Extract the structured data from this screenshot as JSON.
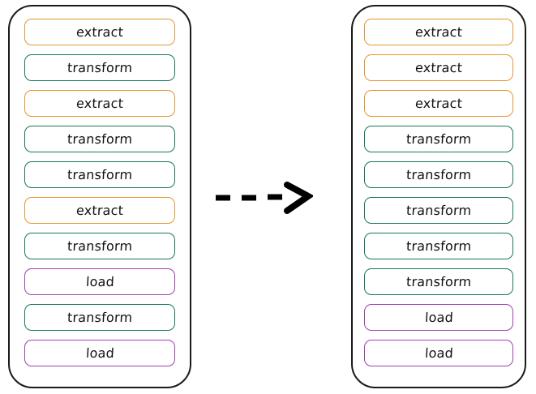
{
  "diagram": {
    "title": "Task scheduling reorder diagram",
    "type": "flow-transform",
    "colors": {
      "extract": "#E8952F",
      "transform": "#15795C",
      "load": "#A040B0",
      "container_border": "#1a1a1a",
      "arrow": "#000000",
      "background": "#ffffff"
    },
    "arrow": {
      "name": "dashed-right-arrow",
      "style": "dashed",
      "direction": "right"
    },
    "panels": [
      {
        "id": "before",
        "name": "unsorted-task-queue",
        "tasks": [
          {
            "label": "extract",
            "kind": "extract"
          },
          {
            "label": "transform",
            "kind": "transform"
          },
          {
            "label": "extract",
            "kind": "extract"
          },
          {
            "label": "transform",
            "kind": "transform"
          },
          {
            "label": "transform",
            "kind": "transform"
          },
          {
            "label": "extract",
            "kind": "extract"
          },
          {
            "label": "transform",
            "kind": "transform"
          },
          {
            "label": "load",
            "kind": "load"
          },
          {
            "label": "transform",
            "kind": "transform"
          },
          {
            "label": "load",
            "kind": "load"
          }
        ]
      },
      {
        "id": "after",
        "name": "sorted-task-queue",
        "tasks": [
          {
            "label": "extract",
            "kind": "extract"
          },
          {
            "label": "extract",
            "kind": "extract"
          },
          {
            "label": "extract",
            "kind": "extract"
          },
          {
            "label": "transform",
            "kind": "transform"
          },
          {
            "label": "transform",
            "kind": "transform"
          },
          {
            "label": "transform",
            "kind": "transform"
          },
          {
            "label": "transform",
            "kind": "transform"
          },
          {
            "label": "transform",
            "kind": "transform"
          },
          {
            "label": "load",
            "kind": "load"
          },
          {
            "label": "load",
            "kind": "load"
          }
        ]
      }
    ]
  }
}
